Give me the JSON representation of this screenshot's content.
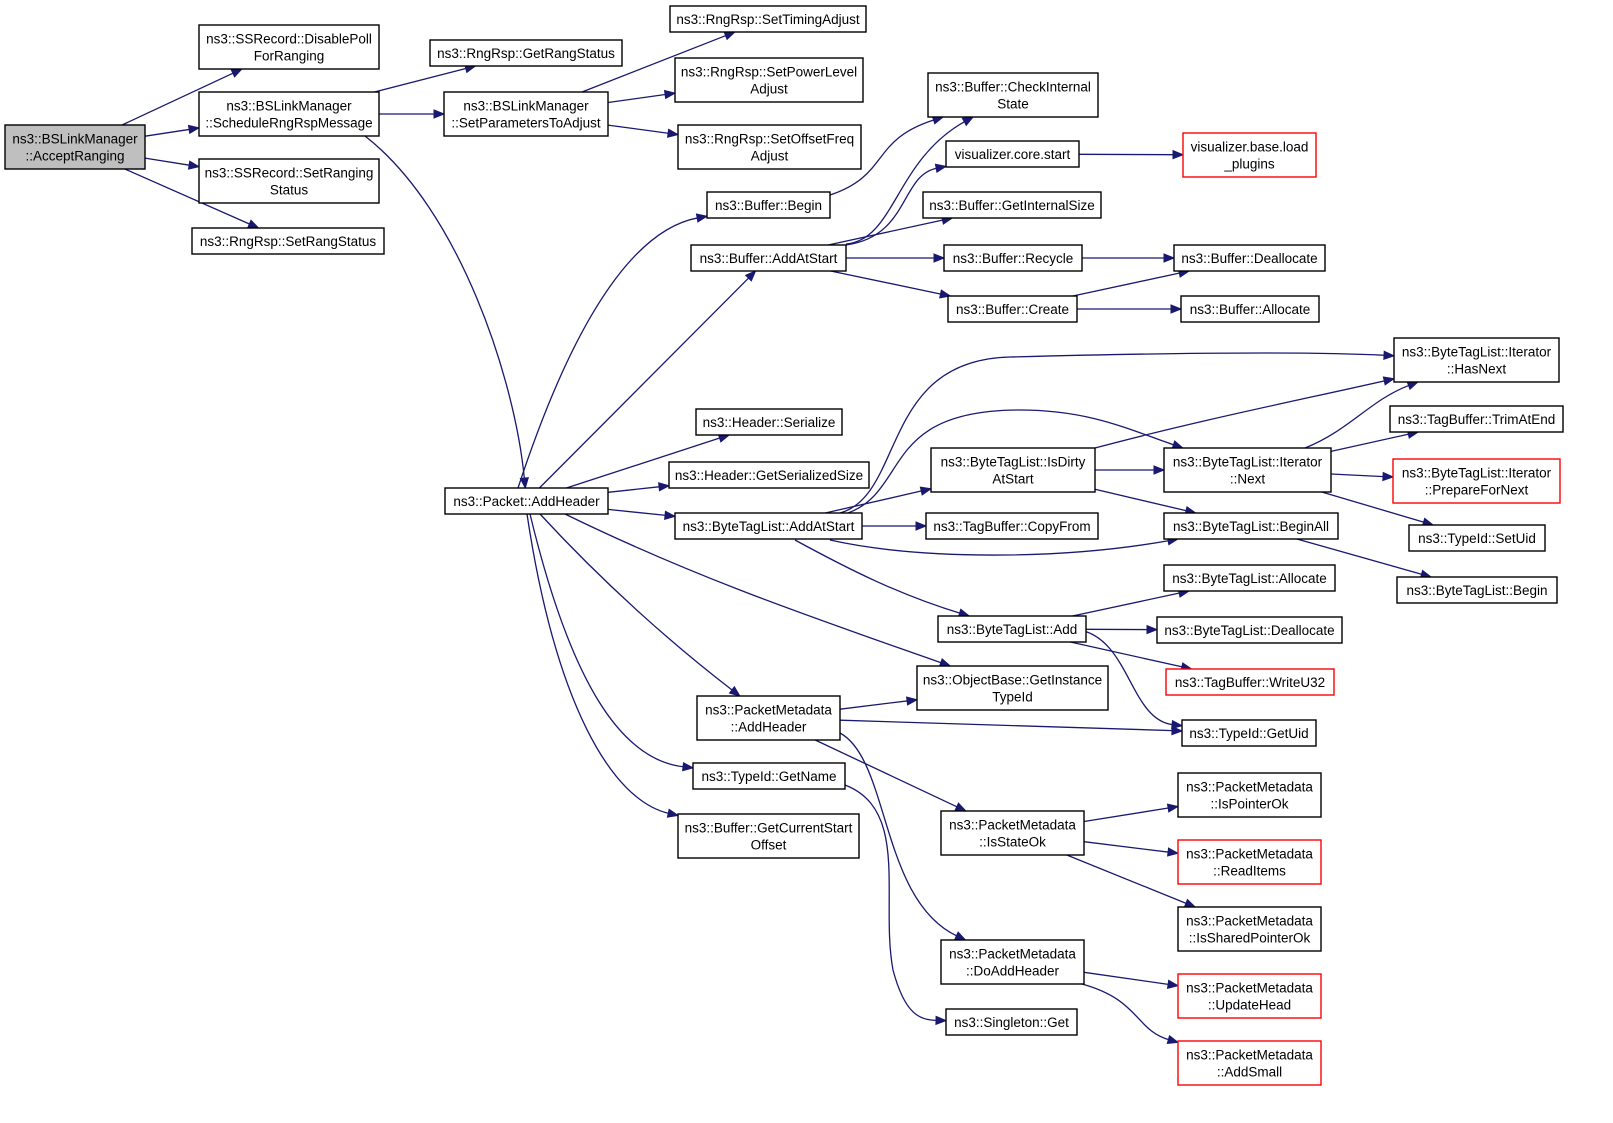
{
  "colors": {
    "edge": "#191970",
    "node_border": "#000000",
    "truncated_border": "#ff0000",
    "root_fill": "#bfbfbf",
    "node_fill": "#ffffff"
  },
  "nodes": [
    {
      "id": "accept",
      "lines": [
        "ns3::BSLinkManager",
        "::AcceptRanging"
      ],
      "root": true
    },
    {
      "id": "disablepoll",
      "lines": [
        "ns3::SSRecord::DisablePoll",
        "ForRanging"
      ]
    },
    {
      "id": "schedule",
      "lines": [
        "ns3::BSLinkManager",
        "::ScheduleRngRspMessage"
      ]
    },
    {
      "id": "setrangingstatus",
      "lines": [
        "ns3::SSRecord::SetRanging",
        "Status"
      ]
    },
    {
      "id": "setrangstatus",
      "lines": [
        "ns3::RngRsp::SetRangStatus"
      ]
    },
    {
      "id": "getrangstatus",
      "lines": [
        "ns3::RngRsp::GetRangStatus"
      ]
    },
    {
      "id": "setparams",
      "lines": [
        "ns3::BSLinkManager",
        "::SetParametersToAdjust"
      ]
    },
    {
      "id": "settiming",
      "lines": [
        "ns3::RngRsp::SetTimingAdjust"
      ]
    },
    {
      "id": "setpower",
      "lines": [
        "ns3::RngRsp::SetPowerLevel",
        "Adjust"
      ]
    },
    {
      "id": "setoffset",
      "lines": [
        "ns3::RngRsp::SetOffsetFreq",
        "Adjust"
      ]
    },
    {
      "id": "checkinternal",
      "lines": [
        "ns3::Buffer::CheckInternal",
        "State"
      ]
    },
    {
      "id": "vizstart",
      "lines": [
        "visualizer.core.start"
      ]
    },
    {
      "id": "vizload",
      "lines": [
        "visualizer.base.load",
        "_plugins"
      ],
      "truncated": true
    },
    {
      "id": "bufbegin",
      "lines": [
        "ns3::Buffer::Begin"
      ]
    },
    {
      "id": "getinternalsize",
      "lines": [
        "ns3::Buffer::GetInternalSize"
      ]
    },
    {
      "id": "bufaddatstart",
      "lines": [
        "ns3::Buffer::AddAtStart"
      ]
    },
    {
      "id": "recycle",
      "lines": [
        "ns3::Buffer::Recycle"
      ]
    },
    {
      "id": "dealloc",
      "lines": [
        "ns3::Buffer::Deallocate"
      ]
    },
    {
      "id": "create",
      "lines": [
        "ns3::Buffer::Create"
      ]
    },
    {
      "id": "alloc",
      "lines": [
        "ns3::Buffer::Allocate"
      ]
    },
    {
      "id": "hasnext",
      "lines": [
        "ns3::ByteTagList::Iterator",
        "::HasNext"
      ]
    },
    {
      "id": "trimatend",
      "lines": [
        "ns3::TagBuffer::TrimAtEnd"
      ]
    },
    {
      "id": "isdirty",
      "lines": [
        "ns3::ByteTagList::IsDirty",
        "AtStart"
      ]
    },
    {
      "id": "iternext",
      "lines": [
        "ns3::ByteTagList::Iterator",
        "::Next"
      ]
    },
    {
      "id": "prepare",
      "lines": [
        "ns3::ByteTagList::Iterator",
        "::PrepareForNext"
      ],
      "truncated": true
    },
    {
      "id": "hdrserialize",
      "lines": [
        "ns3::Header::Serialize"
      ]
    },
    {
      "id": "hdrsize",
      "lines": [
        "ns3::Header::GetSerializedSize"
      ]
    },
    {
      "id": "pktaddheader",
      "lines": [
        "ns3::Packet::AddHeader"
      ]
    },
    {
      "id": "btladdatstart",
      "lines": [
        "ns3::ByteTagList::AddAtStart"
      ]
    },
    {
      "id": "copyfrom",
      "lines": [
        "ns3::TagBuffer::CopyFrom"
      ]
    },
    {
      "id": "beginall",
      "lines": [
        "ns3::ByteTagList::BeginAll"
      ]
    },
    {
      "id": "setuid",
      "lines": [
        "ns3::TypeId::SetUid"
      ]
    },
    {
      "id": "btlbegin",
      "lines": [
        "ns3::ByteTagList::Begin"
      ]
    },
    {
      "id": "btlalloc",
      "lines": [
        "ns3::ByteTagList::Allocate"
      ]
    },
    {
      "id": "btladd",
      "lines": [
        "ns3::ByteTagList::Add"
      ]
    },
    {
      "id": "btldealloc",
      "lines": [
        "ns3::ByteTagList::Deallocate"
      ]
    },
    {
      "id": "getinstancetypeid",
      "lines": [
        "ns3::ObjectBase::GetInstance",
        "TypeId"
      ]
    },
    {
      "id": "writeu32",
      "lines": [
        "ns3::TagBuffer::WriteU32"
      ],
      "truncated": true
    },
    {
      "id": "pmaddheader",
      "lines": [
        "ns3::PacketMetadata",
        "::AddHeader"
      ]
    },
    {
      "id": "getuid",
      "lines": [
        "ns3::TypeId::GetUid"
      ]
    },
    {
      "id": "getname",
      "lines": [
        "ns3::TypeId::GetName"
      ]
    },
    {
      "id": "ispointerok",
      "lines": [
        "ns3::PacketMetadata",
        "::IsPointerOk"
      ]
    },
    {
      "id": "getcurrentstart",
      "lines": [
        "ns3::Buffer::GetCurrentStart",
        "Offset"
      ]
    },
    {
      "id": "isstateok",
      "lines": [
        "ns3::PacketMetadata",
        "::IsStateOk"
      ]
    },
    {
      "id": "readitems",
      "lines": [
        "ns3::PacketMetadata",
        "::ReadItems"
      ],
      "truncated": true
    },
    {
      "id": "issharedptr",
      "lines": [
        "ns3::PacketMetadata",
        "::IsSharedPointerOk"
      ]
    },
    {
      "id": "doaddheader",
      "lines": [
        "ns3::PacketMetadata",
        "::DoAddHeader"
      ]
    },
    {
      "id": "updatehead",
      "lines": [
        "ns3::PacketMetadata",
        "::UpdateHead"
      ],
      "truncated": true
    },
    {
      "id": "singletonget",
      "lines": [
        "ns3::Singleton::Get"
      ]
    },
    {
      "id": "addsmall",
      "lines": [
        "ns3::PacketMetadata",
        "::AddSmall"
      ],
      "truncated": true
    }
  ],
  "edges": [
    [
      "accept",
      "disablepoll"
    ],
    [
      "accept",
      "schedule"
    ],
    [
      "accept",
      "setrangingstatus"
    ],
    [
      "accept",
      "setrangstatus"
    ],
    [
      "schedule",
      "getrangstatus"
    ],
    [
      "schedule",
      "setparams"
    ],
    [
      "schedule",
      "pktaddheader"
    ],
    [
      "setparams",
      "settiming"
    ],
    [
      "setparams",
      "setpower"
    ],
    [
      "setparams",
      "setoffset"
    ],
    [
      "bufbegin",
      "checkinternal"
    ],
    [
      "bufaddatstart",
      "checkinternal"
    ],
    [
      "bufaddatstart",
      "vizstart"
    ],
    [
      "bufaddatstart",
      "getinternalsize"
    ],
    [
      "bufaddatstart",
      "recycle"
    ],
    [
      "bufaddatstart",
      "create"
    ],
    [
      "vizstart",
      "vizload"
    ],
    [
      "recycle",
      "dealloc"
    ],
    [
      "create",
      "dealloc"
    ],
    [
      "create",
      "alloc"
    ],
    [
      "pktaddheader",
      "bufbegin"
    ],
    [
      "pktaddheader",
      "bufaddatstart"
    ],
    [
      "pktaddheader",
      "hdrserialize"
    ],
    [
      "pktaddheader",
      "hdrsize"
    ],
    [
      "pktaddheader",
      "btladdatstart"
    ],
    [
      "pktaddheader",
      "getinstancetypeid"
    ],
    [
      "pktaddheader",
      "pmaddheader"
    ],
    [
      "pktaddheader",
      "getname"
    ],
    [
      "pktaddheader",
      "getcurrentstart"
    ],
    [
      "btladdatstart",
      "hasnext"
    ],
    [
      "btladdatstart",
      "iternext"
    ],
    [
      "btladdatstart",
      "isdirty"
    ],
    [
      "btladdatstart",
      "copyfrom"
    ],
    [
      "btladdatstart",
      "beginall"
    ],
    [
      "btladdatstart",
      "btladd"
    ],
    [
      "isdirty",
      "hasnext"
    ],
    [
      "isdirty",
      "iternext"
    ],
    [
      "isdirty",
      "beginall"
    ],
    [
      "iternext",
      "hasnext"
    ],
    [
      "iternext",
      "trimatend"
    ],
    [
      "iternext",
      "prepare"
    ],
    [
      "iternext",
      "setuid"
    ],
    [
      "beginall",
      "btlbegin"
    ],
    [
      "btladd",
      "btlalloc"
    ],
    [
      "btladd",
      "btldealloc"
    ],
    [
      "btladd",
      "writeu32"
    ],
    [
      "btladd",
      "getuid"
    ],
    [
      "pmaddheader",
      "getinstancetypeid"
    ],
    [
      "pmaddheader",
      "getuid"
    ],
    [
      "pmaddheader",
      "isstateok"
    ],
    [
      "pmaddheader",
      "doaddheader"
    ],
    [
      "getname",
      "singletonget"
    ],
    [
      "isstateok",
      "ispointerok"
    ],
    [
      "isstateok",
      "readitems"
    ],
    [
      "isstateok",
      "issharedptr"
    ],
    [
      "doaddheader",
      "updatehead"
    ],
    [
      "doaddheader",
      "addsmall"
    ]
  ]
}
